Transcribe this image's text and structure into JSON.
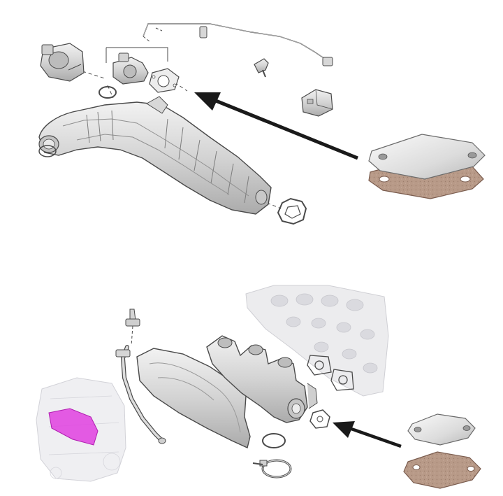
{
  "diagram": {
    "panels": [
      {
        "id": "top",
        "parts": [
          "intake-manifold",
          "egr-valve",
          "egr-cooler-pipe",
          "pressure-sensor-line",
          "temp-sensor",
          "connector-bracket",
          "gasket",
          "o-ring",
          "flange-seal"
        ],
        "callout": "blanking-plate-with-gasket"
      },
      {
        "id": "bottom",
        "parts": [
          "engine-block-highlight",
          "cylinder-head",
          "exhaust-manifold",
          "heat-shield",
          "egr-pipe",
          "v-band-clamp",
          "seal-ring",
          "manifold-gaskets"
        ],
        "callout": "blanking-plate-with-gasket"
      }
    ],
    "colors": {
      "line": "#4a4a4a",
      "metal_light": "#e6e6e6",
      "metal_mid": "#cfcfcf",
      "metal_dark": "#a9a9a9",
      "gasket": "#b89a88",
      "gasket_border": "#7a5c4e",
      "arrow": "#1a1a1a",
      "highlight": "#e040e0",
      "ghost": "#e9e9ec"
    }
  }
}
